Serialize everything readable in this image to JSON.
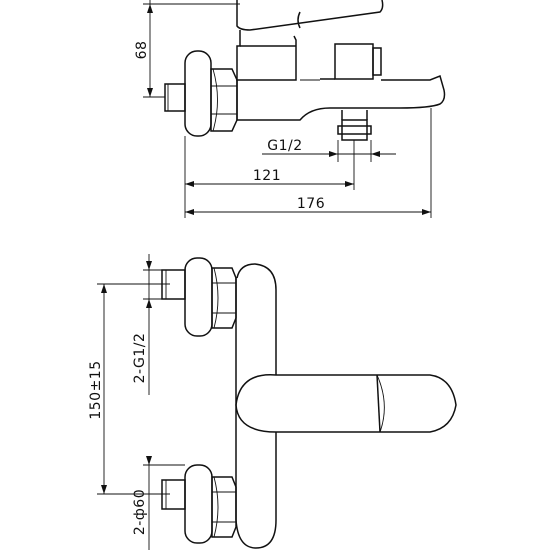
{
  "dimensions": {
    "height_68": "68",
    "thread_g12": "G1/2",
    "length_121": "121",
    "length_176": "176",
    "thread_2g12": "2-G1/2",
    "centers_150": "150±15",
    "flange_2d60": "2-ф60"
  }
}
